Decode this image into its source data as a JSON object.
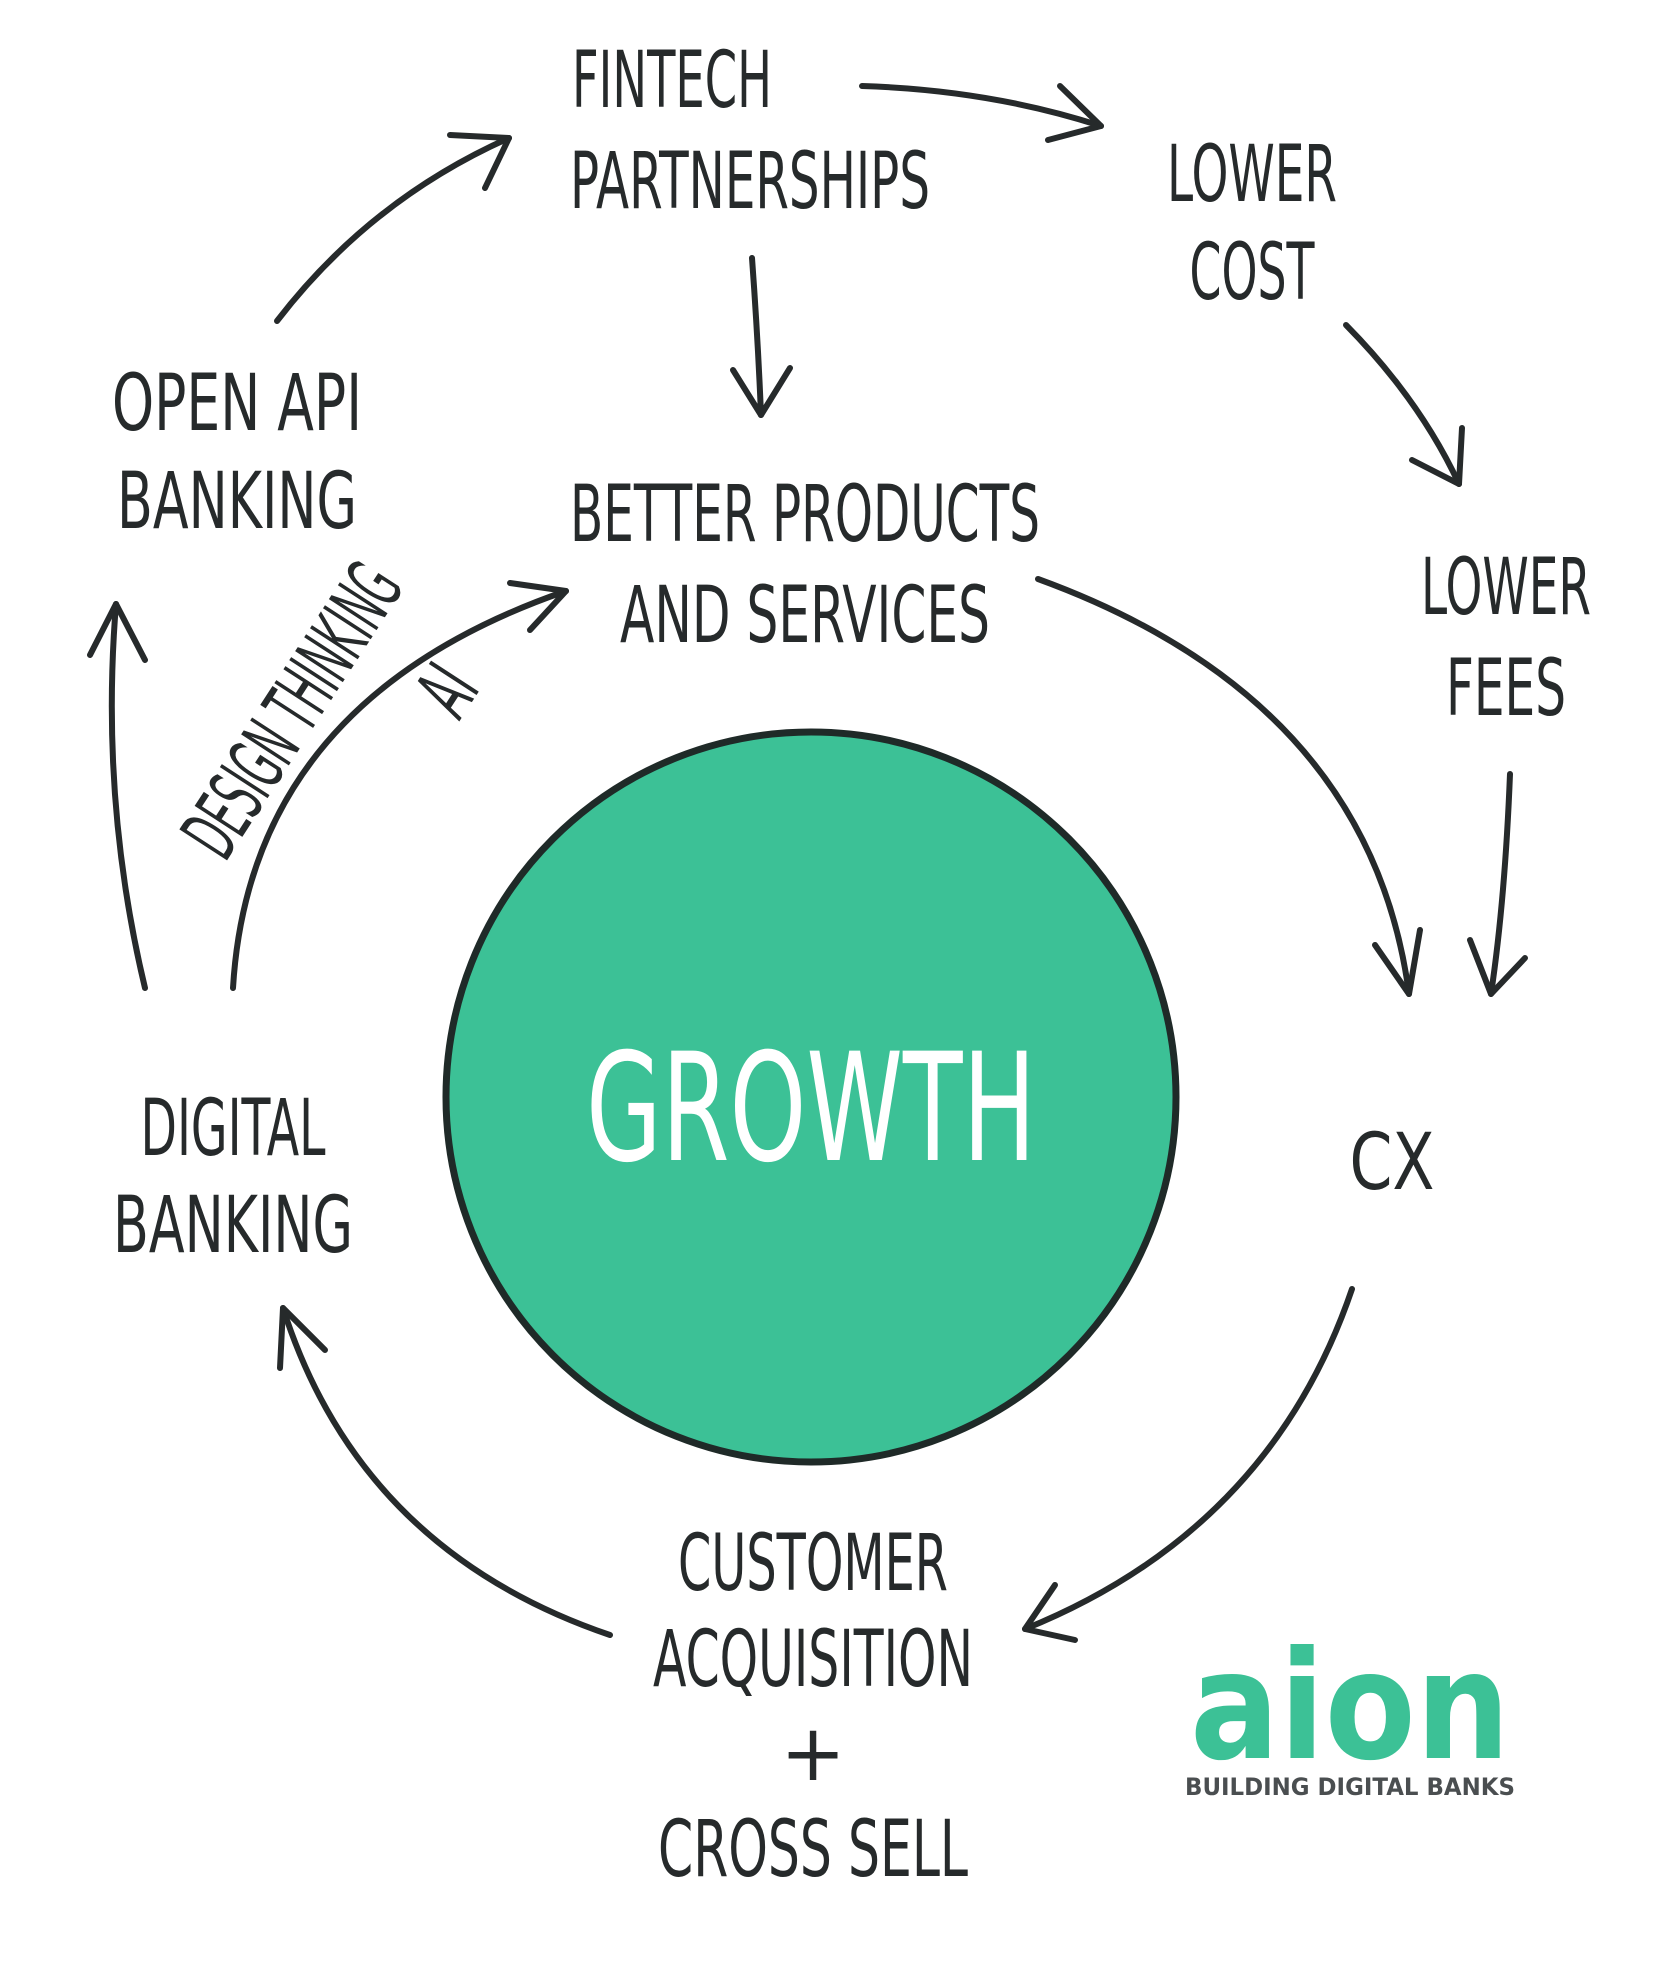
{
  "nodes": {
    "fintech": [
      "FINTECH",
      "PARTNERSHIPS"
    ],
    "lower_cost": [
      "LOWER",
      "COST"
    ],
    "open_api": [
      "OPEN API",
      "BANKING"
    ],
    "better_products": [
      "BETTER PRODUCTS",
      "AND SERVICES"
    ],
    "lower_fees": [
      "LOWER",
      "FEES"
    ],
    "design_thinking": [
      "DESIGN THINKING",
      "AI"
    ],
    "digital_banking": [
      "DIGITAL",
      "BANKING"
    ],
    "cx": "CX",
    "customer": [
      "CUSTOMER",
      "ACQUISITION",
      "+",
      "CROSS SELL"
    ]
  },
  "center": {
    "label": "GROWTH",
    "color": "#3cc196"
  },
  "logo": {
    "name": "aion",
    "tagline": "BUILDING DIGITAL BANKS",
    "color": "#3cc196"
  }
}
